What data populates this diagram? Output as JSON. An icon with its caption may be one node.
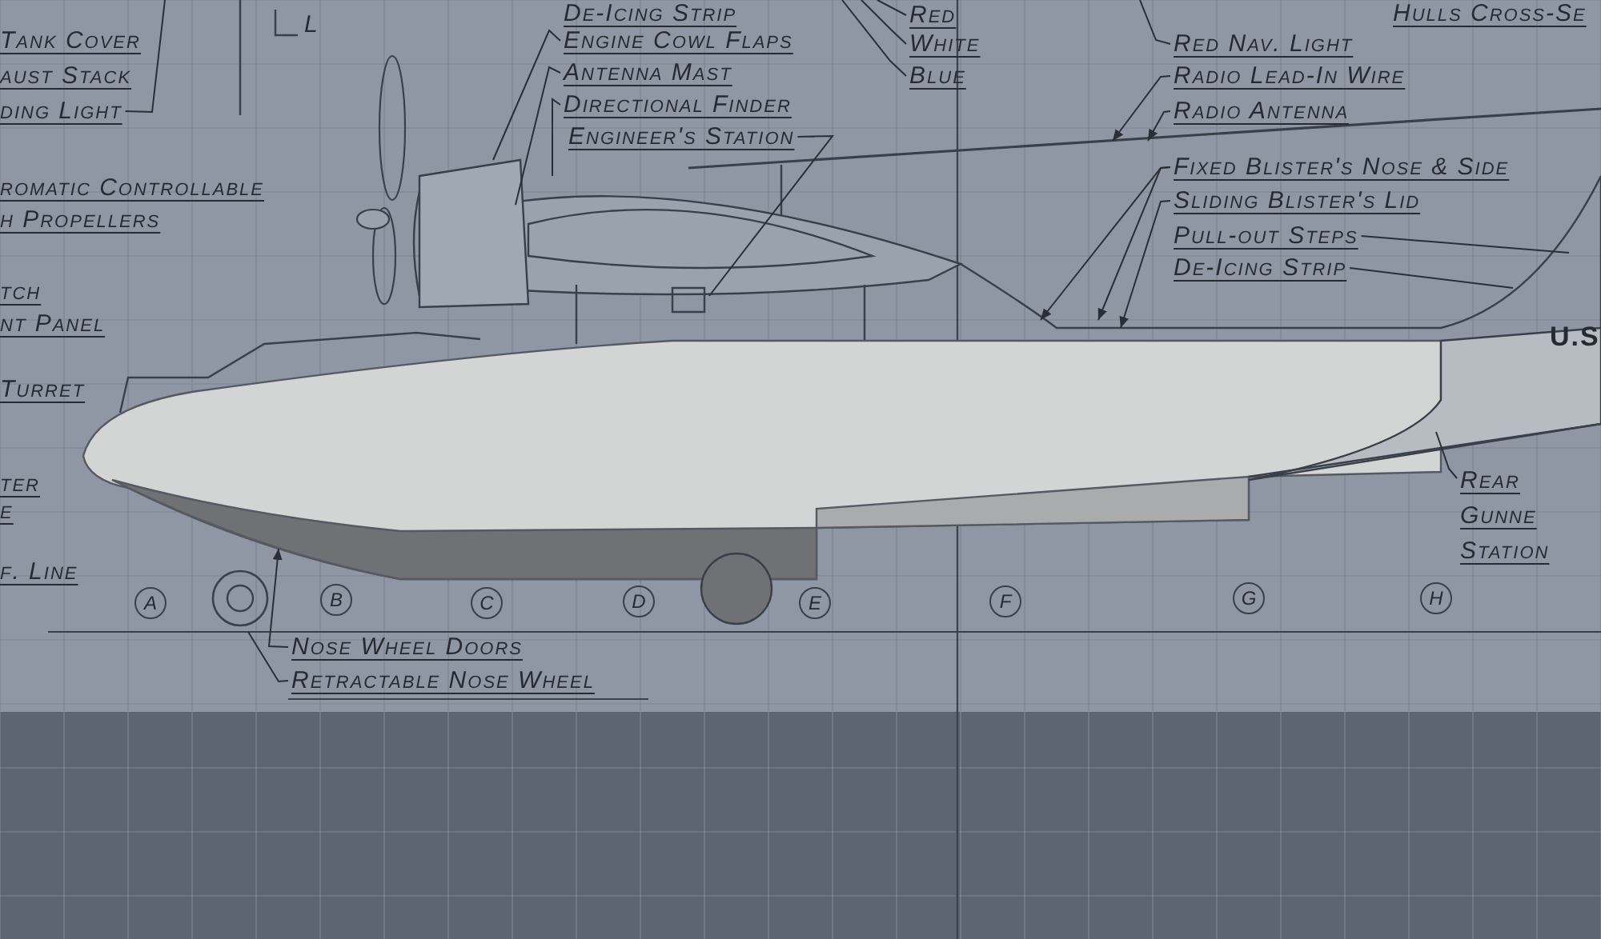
{
  "diagram": {
    "nodes": [
      {
        "text": [
          "ding Light"
        ]
      },
      {
        "text": [
          "Engine Cowl Flaps"
        ]
      },
      {
        "text": [
          "Antenna Mast"
        ]
      },
      {
        "text": [
          "Directional Finder"
        ]
      },
      {
        "text": [
          "Engineer's Station"
        ]
      },
      {
        "text": [
          "Red"
        ]
      },
      {
        "text": [
          "White"
        ]
      },
      {
        "text": [
          "Blue"
        ]
      },
      {
        "text": [
          "Red Nav. Light"
        ]
      },
      {
        "text": [
          "Radio Lead-In Wire"
        ]
      },
      {
        "text": [
          "Radio Antenna"
        ]
      },
      {
        "text": [
          "Fixed Blister's Nose & Side"
        ]
      },
      {
        "text": [
          "Sliding Blister's Lid"
        ]
      },
      {
        "text": [
          "Pull-out Steps"
        ]
      },
      {
        "text": [
          "De-Icing Strip"
        ]
      },
      {
        "text": [
          "Rear Gunne Station"
        ]
      },
      {
        "text": [
          "Nose Wheel Doors"
        ]
      },
      {
        "text": [
          "Retractable Nose Wheel"
        ]
      },
      {
        "text": [
          "A"
        ]
      },
      {
        "text": [
          "B"
        ]
      },
      {
        "text": [
          "C"
        ]
      },
      {
        "text": [
          "D"
        ]
      },
      {
        "text": [
          "E"
        ]
      },
      {
        "text": [
          "F"
        ]
      },
      {
        "text": [
          "G"
        ]
      },
      {
        "text": [
          "H"
        ]
      }
    ],
    "edges": [
      {
        "from": 0,
        "to": null,
        "arrow": "none"
      },
      {
        "from": 1,
        "to": null,
        "arrow": "none"
      },
      {
        "from": 2,
        "to": null,
        "arrow": "none"
      },
      {
        "from": 3,
        "to": null,
        "arrow": "none"
      },
      {
        "from": 4,
        "to": null,
        "arrow": "none"
      },
      {
        "from": 5,
        "to": null,
        "arrow": "none"
      },
      {
        "from": 6,
        "to": null,
        "arrow": "none"
      },
      {
        "from": 7,
        "to": null,
        "arrow": "none"
      },
      {
        "from": 8,
        "to": null,
        "arrow": "none"
      },
      {
        "from": 9,
        "to": null,
        "arrow": "to"
      },
      {
        "from": 10,
        "to": null,
        "arrow": "to"
      },
      {
        "from": 11,
        "to": null,
        "arrow": "to"
      },
      {
        "from": 11,
        "to": null,
        "arrow": "to"
      },
      {
        "from": 12,
        "to": null,
        "arrow": "to"
      },
      {
        "from": 13,
        "to": null,
        "arrow": "none"
      },
      {
        "from": 14,
        "to": null,
        "arrow": "none"
      },
      {
        "from": 15,
        "to": null,
        "arrow": "none"
      },
      {
        "from": 16,
        "to": null,
        "arrow": "to"
      },
      {
        "from": 17,
        "to": null,
        "arrow": "none"
      }
    ],
    "labels": [
      "Tank Cover",
      "aust Stack",
      "romatic Controllable",
      "h Propellers",
      "tch",
      "nt Panel",
      "Turret",
      "ter",
      "e",
      "f. Line",
      "L",
      "De-Icing Strip",
      "Hulls Cross-Se",
      "U.S"
    ]
  }
}
